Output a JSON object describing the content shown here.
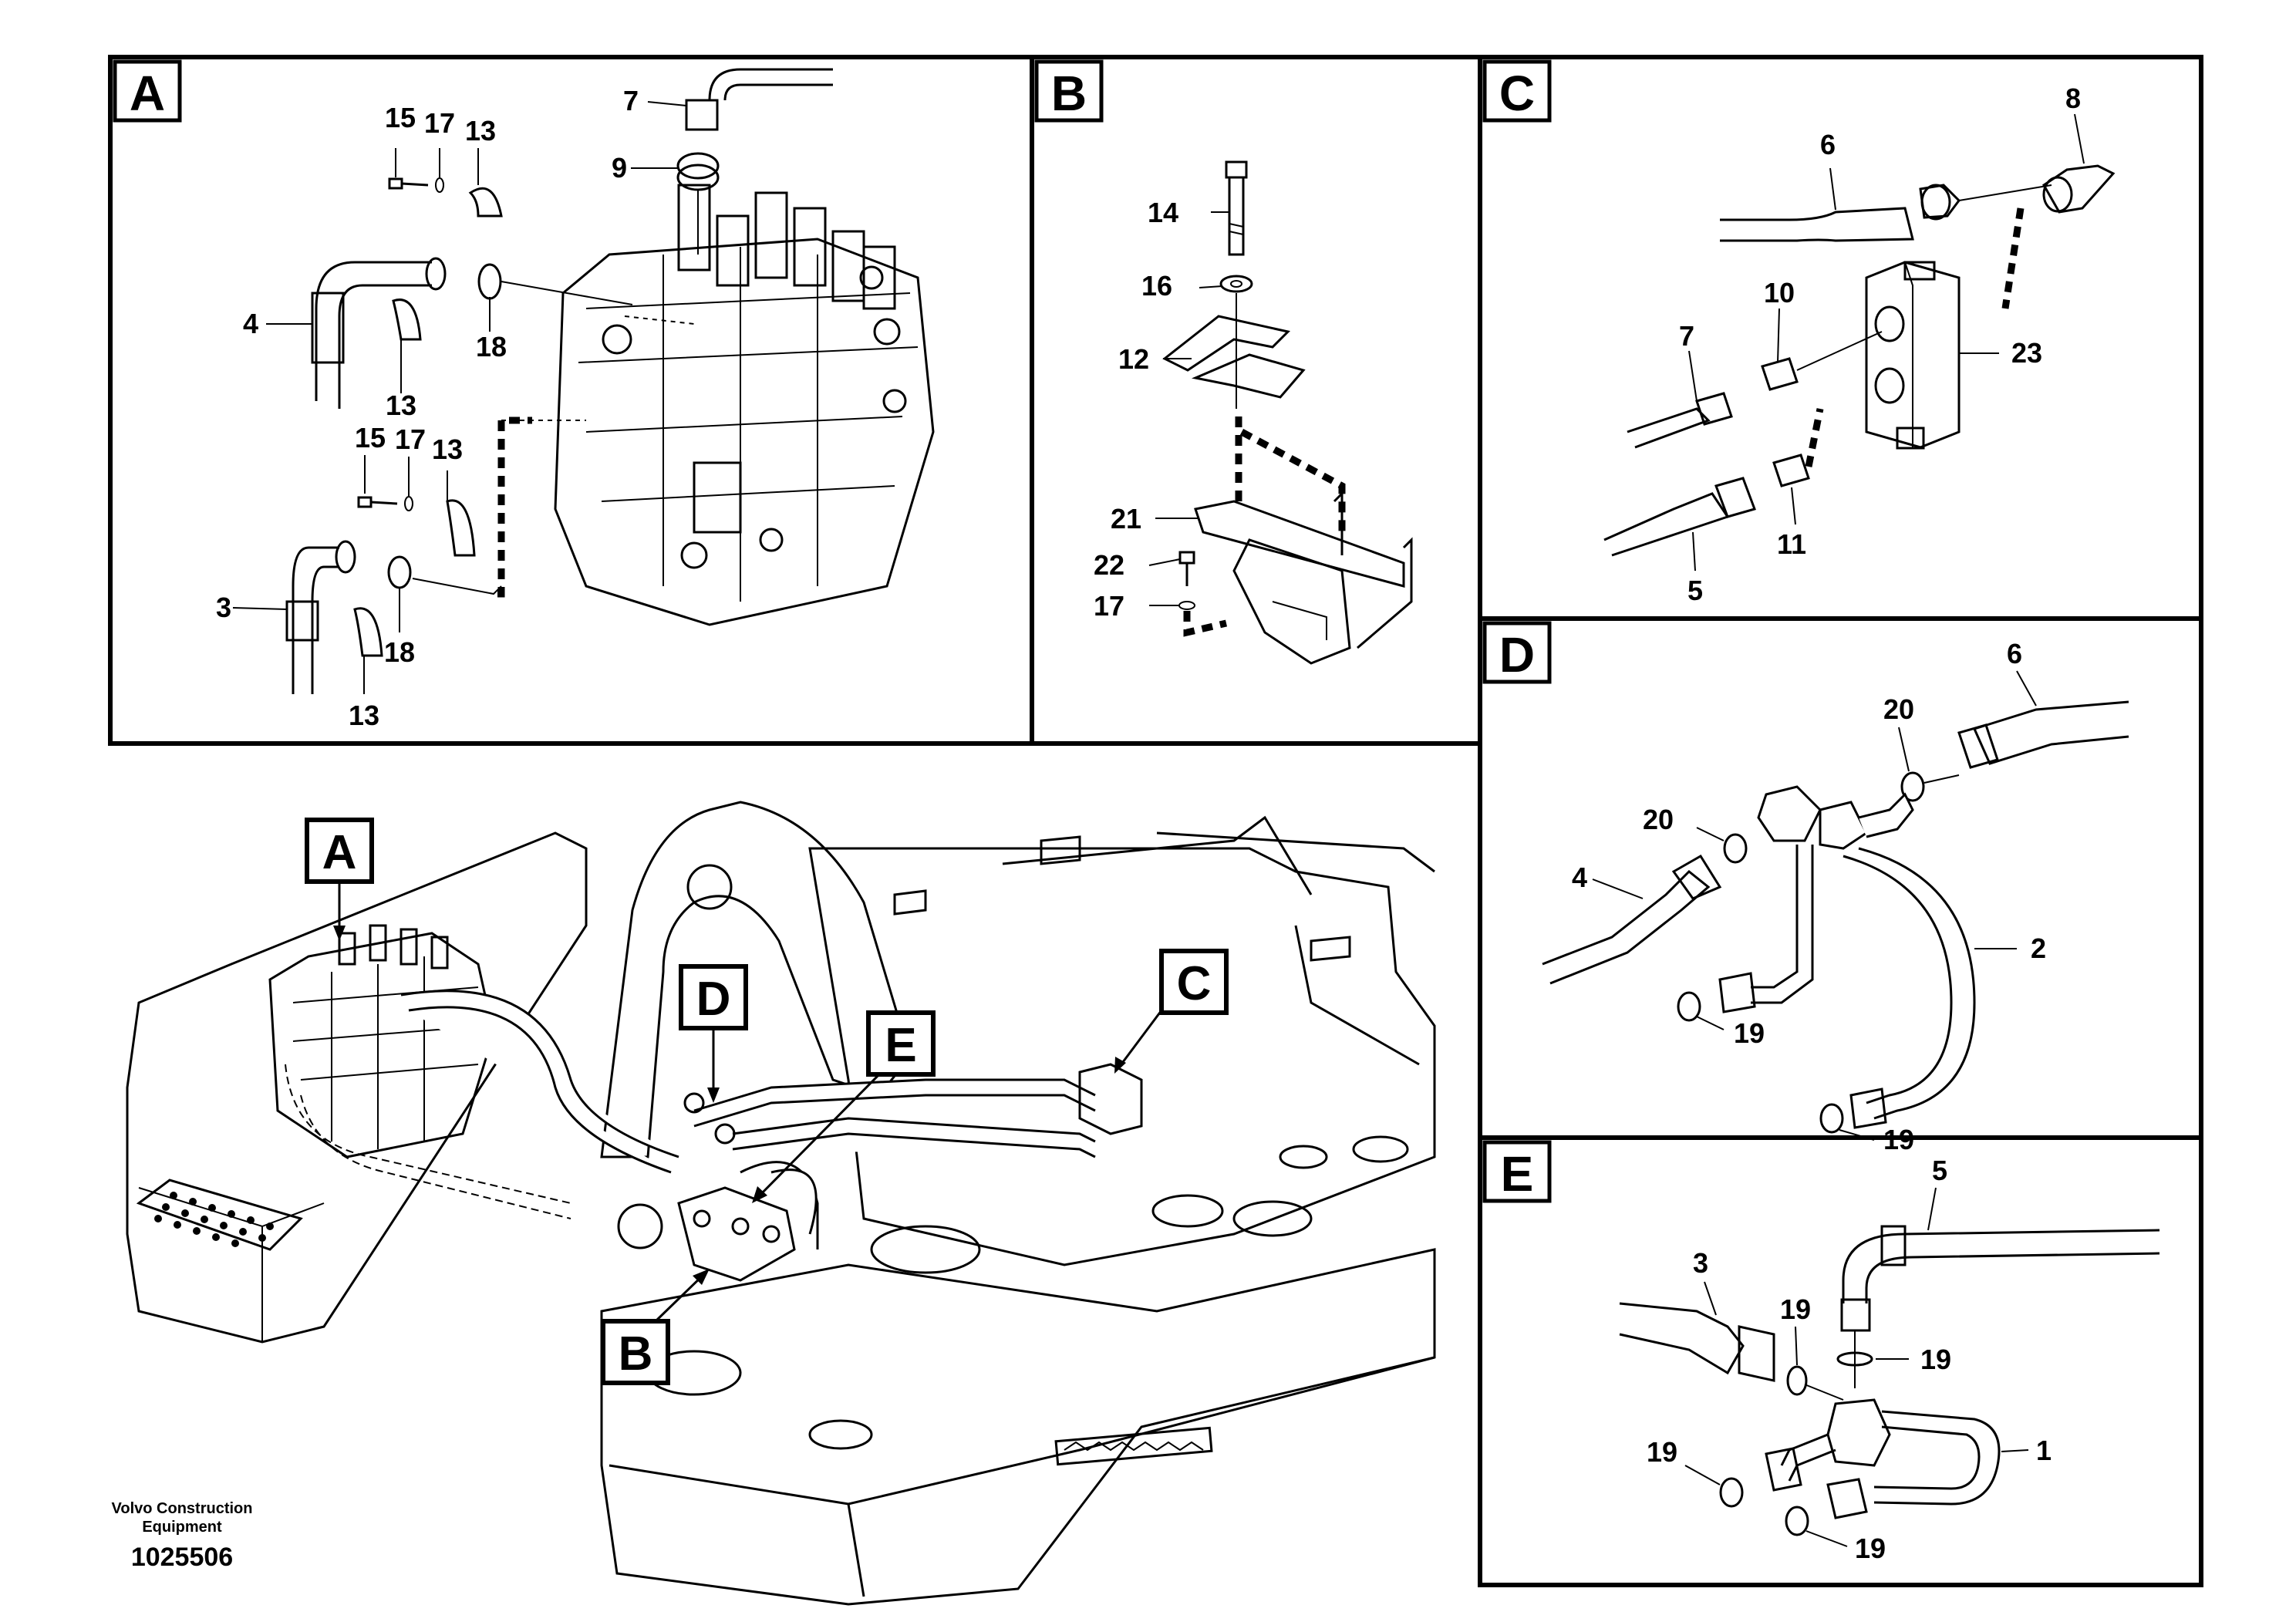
{
  "views": {
    "A": {
      "letter": "A",
      "labels": [
        "15",
        "17",
        "13",
        "4",
        "13",
        "18",
        "15",
        "17",
        "13",
        "3",
        "18",
        "13",
        "7",
        "9"
      ]
    },
    "B": {
      "letter": "B",
      "labels": [
        "14",
        "16",
        "12",
        "21",
        "22",
        "17"
      ]
    },
    "C": {
      "letter": "C",
      "labels": [
        "6",
        "8",
        "10",
        "7",
        "23",
        "11",
        "5"
      ]
    },
    "D": {
      "letter": "D",
      "labels": [
        "6",
        "20",
        "20",
        "4",
        "2",
        "19",
        "19"
      ]
    },
    "E": {
      "letter": "E",
      "labels": [
        "5",
        "3",
        "19",
        "19",
        "1",
        "19",
        "19"
      ]
    }
  },
  "overview": {
    "callouts": [
      "A",
      "D",
      "C",
      "E",
      "B"
    ]
  },
  "footer": {
    "brand_line1": "Volvo Construction",
    "brand_line2": "Equipment",
    "drawing_number": "1025506"
  }
}
